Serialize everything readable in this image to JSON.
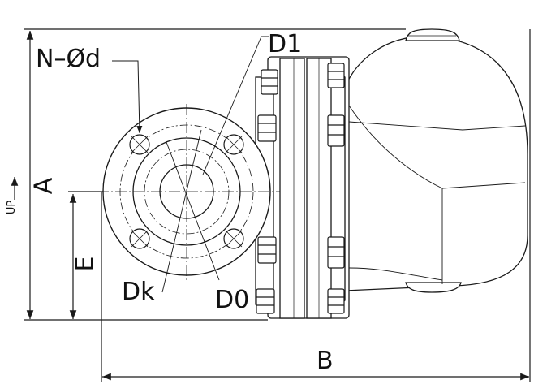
{
  "labels": {
    "n_od": "N–Ød",
    "d1": "D1",
    "a": "A",
    "e": "E",
    "up": "UP",
    "dk": "Dk",
    "d0": "D0",
    "b": "B"
  },
  "colors": {
    "line": "#1a1a1a",
    "body_fill": "#ffffff",
    "dim_line": "#222222"
  }
}
